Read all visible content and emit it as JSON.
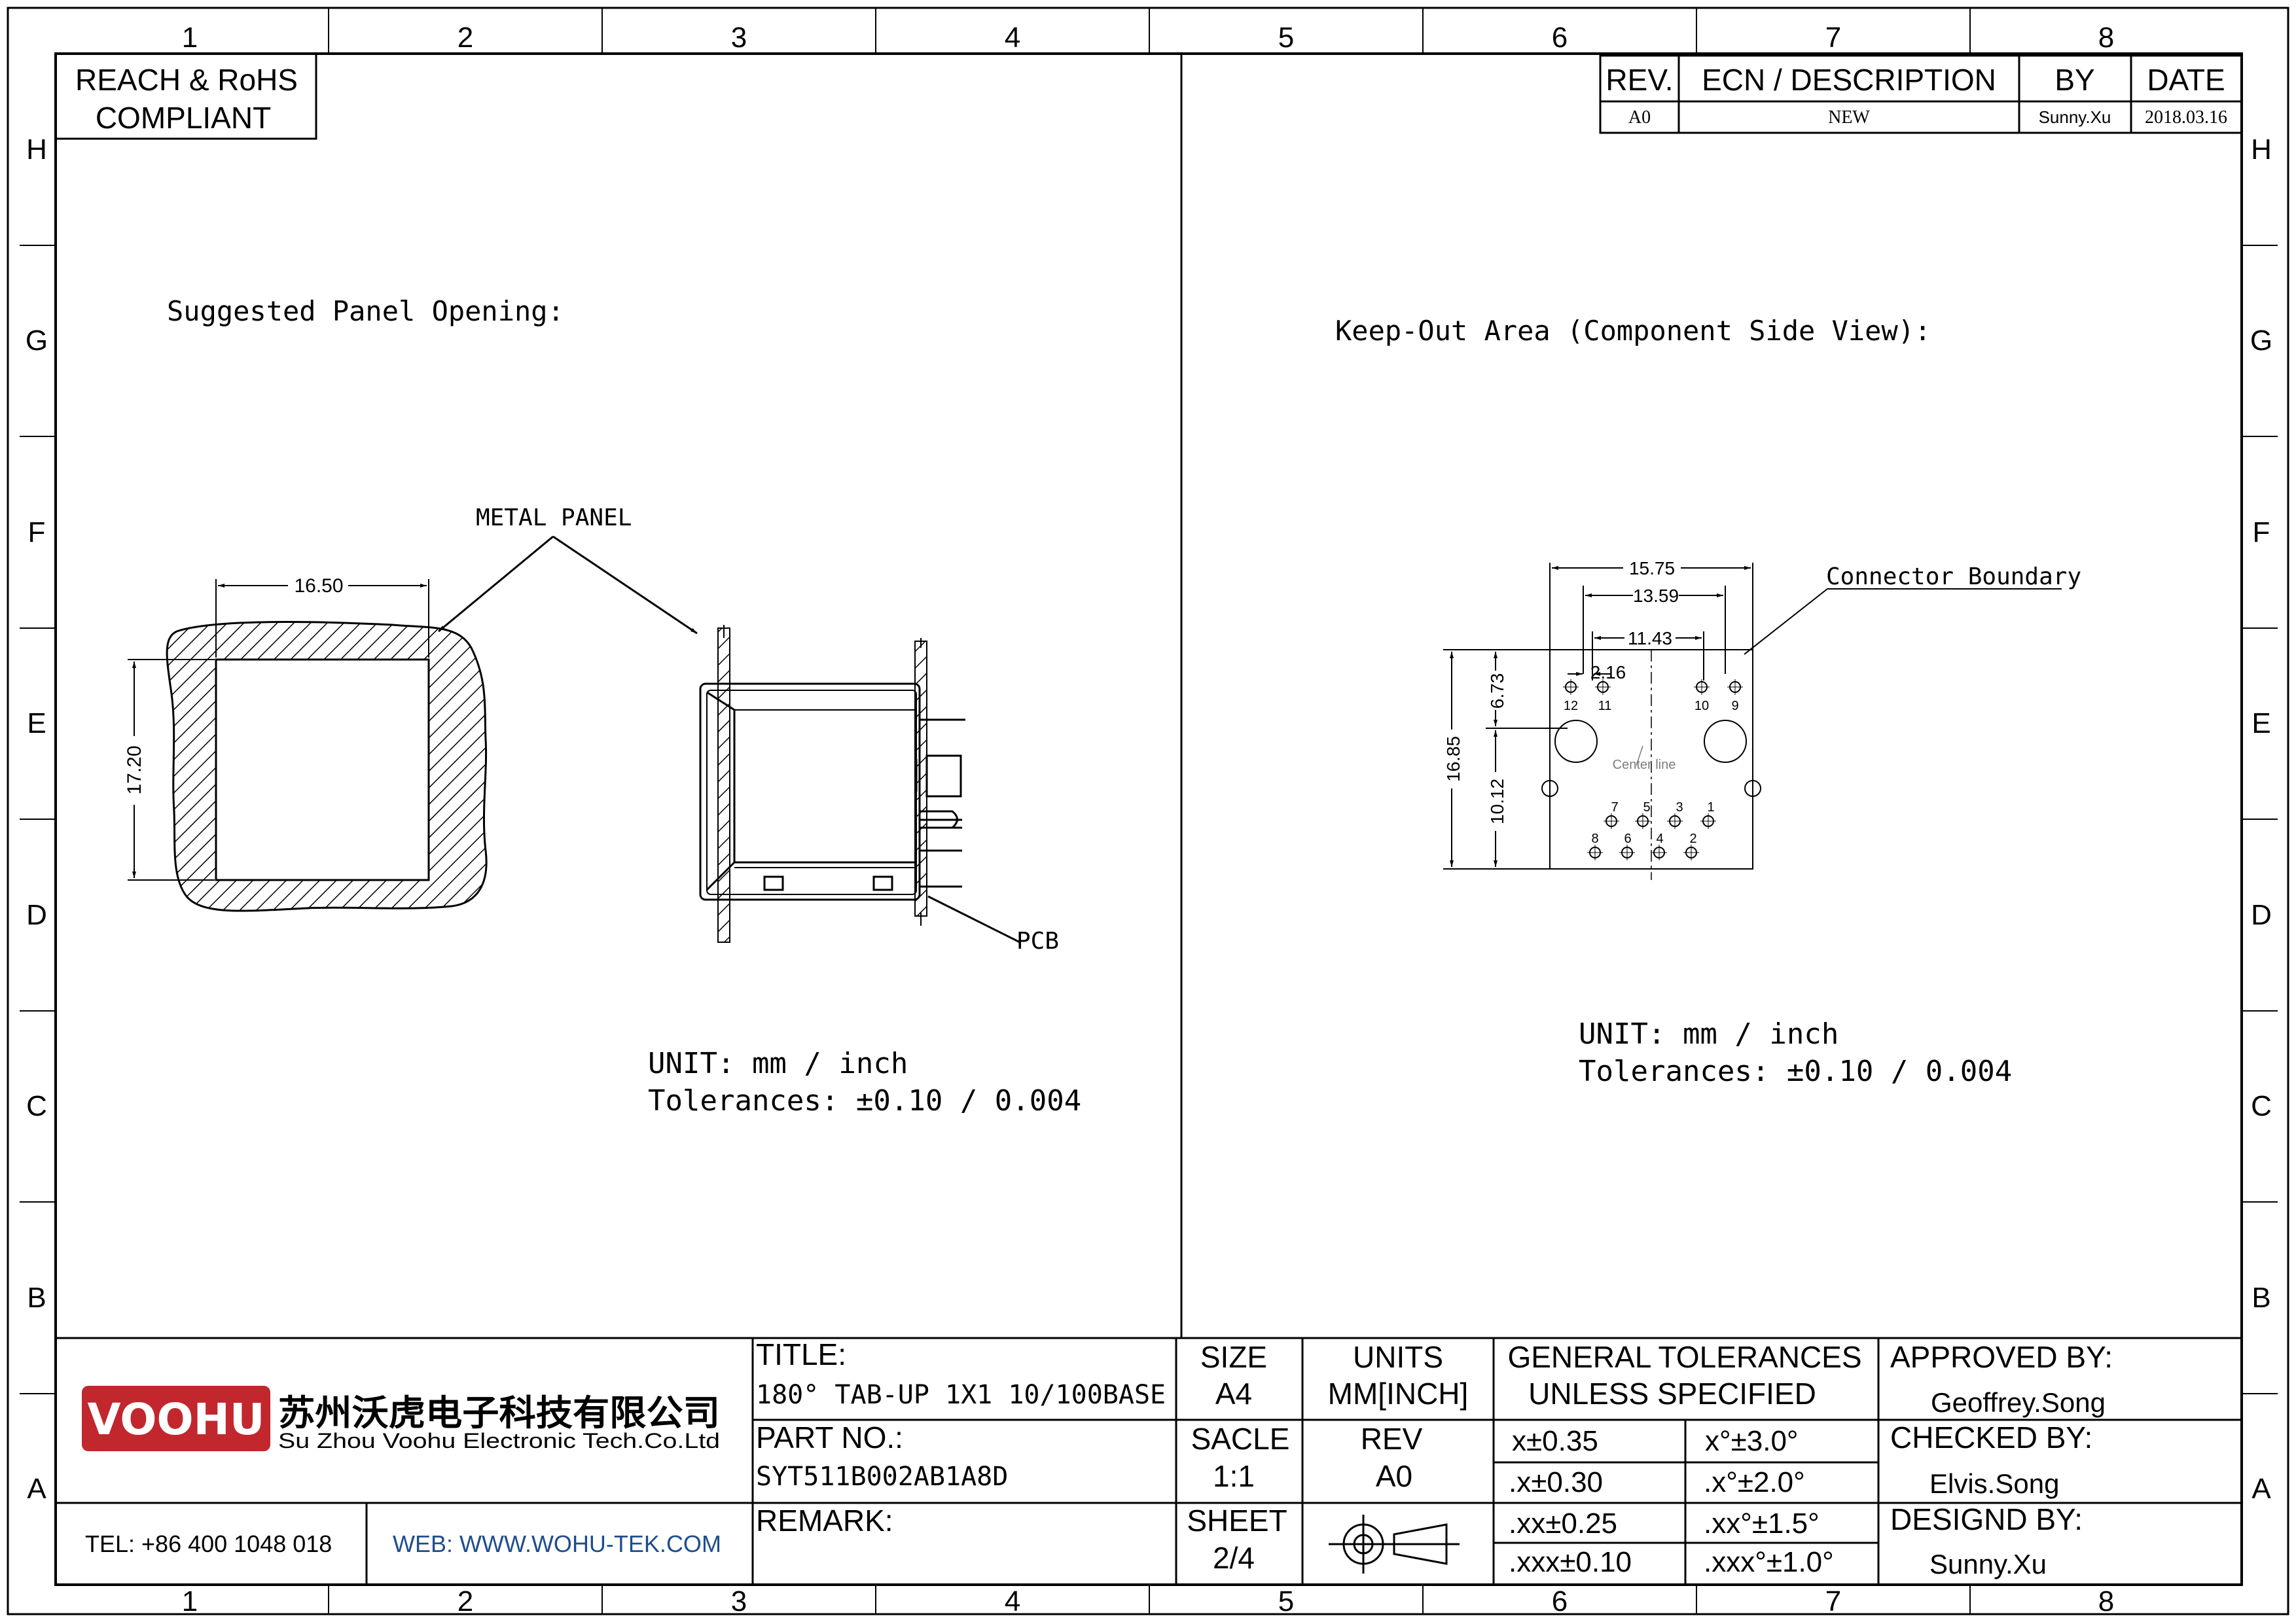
{
  "border": {
    "columns": [
      "1",
      "2",
      "3",
      "4",
      "5",
      "6",
      "7",
      "8"
    ],
    "rows": [
      "H",
      "G",
      "F",
      "E",
      "D",
      "C",
      "B",
      "A"
    ]
  },
  "compliance": {
    "line1": "REACH & RoHS",
    "line2": "COMPLIANT"
  },
  "revision_table": {
    "headers": {
      "rev": "REV.",
      "ecn": "ECN / DESCRIPTION",
      "by": "BY",
      "date": "DATE"
    },
    "row": {
      "rev": "A0",
      "ecn": "NEW",
      "by": "Sunny.Xu",
      "date": "2018.03.16"
    }
  },
  "left_view": {
    "heading": "Suggested Panel Opening:",
    "metal_panel_label": "METAL PANEL",
    "pcb_label": "PCB",
    "dim_width": "16.50",
    "dim_height": "17.20",
    "unit_label": "UNIT:  mm  /  inch",
    "tolerance_label": "Tolerances:  ±0.10  /  0.004"
  },
  "right_view": {
    "heading": "Keep-Out Area (Component Side View):",
    "boundary_label": "Connector Boundary",
    "dims": {
      "d1575": "15.75",
      "d1359": "13.59",
      "d1143": "11.43",
      "d216": "2.16",
      "d673": "6.73",
      "d1685": "16.85",
      "d1012": "10.12"
    },
    "center_line": "Center line",
    "pins": {
      "p12": "12",
      "p11": "11",
      "p10": "10",
      "p9": "9",
      "p7": "7",
      "p5": "5",
      "p3": "3",
      "p1": "1",
      "p8": "8",
      "p6": "6",
      "p4": "4",
      "p2": "2"
    },
    "unit_label": "UNIT:  mm  /  inch",
    "tolerance_label": "Tolerances:  ±0.10  /  0.004"
  },
  "title_block": {
    "logo_text": "VOOHU",
    "company_cn": "苏州沃虎电子科技有限公司",
    "company_en": "Su Zhou Voohu Electronic Tech.Co.Ltd",
    "tel": "TEL: +86 400 1048 018",
    "web": "WEB: WWW.WOHU-TEK.COM",
    "title_label": "TITLE:",
    "title_value": "180° TAB-UP 1X1 10/100BASE",
    "partno_label": "PART NO.:",
    "partno_value": "SYT511B002AB1A8D",
    "remark_label": "REMARK:",
    "size_label": "SIZE",
    "size_value": "A4",
    "units_label": "UNITS",
    "units_value": "MM[INCH]",
    "scale_label": "SACLE",
    "scale_value": "1:1",
    "rev_label": "REV",
    "rev_value": "A0",
    "sheet_label": "SHEET",
    "sheet_value": "2/4",
    "gen_tol_line1": "GENERAL TOLERANCES",
    "gen_tol_line2": "UNLESS SPECIFIED",
    "tolerances": [
      [
        "x±0.35",
        "x°±3.0°"
      ],
      [
        ".x±0.30",
        ".x°±2.0°"
      ],
      [
        ".xx±0.25",
        ".xx°±1.5°"
      ],
      [
        ".xxx±0.10",
        ".xxx°±1.0°"
      ]
    ],
    "approved_label": "APPROVED BY:",
    "approved_value": "Geoffrey.Song",
    "checked_label": "CHECKED BY:",
    "checked_value": "Elvis.Song",
    "designed_label": "DESIGND BY:",
    "designed_value": "Sunny.Xu"
  },
  "colors": {
    "logo_red": "#c1272d",
    "web_blue": "#1f4e8c"
  }
}
